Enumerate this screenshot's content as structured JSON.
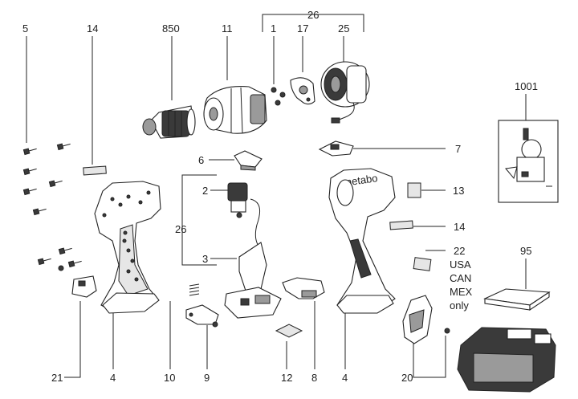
{
  "labels": {
    "p5": "5",
    "p14a": "14",
    "p850": "850",
    "p11": "11",
    "p26top": "26",
    "p1": "1",
    "p17": "17",
    "p25": "25",
    "p1001": "1001",
    "p6": "6",
    "p7": "7",
    "p2": "2",
    "p13": "13",
    "p26side": "26",
    "p14b": "14",
    "p22": "22",
    "p3": "3",
    "p95": "95",
    "p21": "21",
    "p4a": "4",
    "p10": "10",
    "p9": "9",
    "p12": "12",
    "p8": "8",
    "p4b": "4",
    "p20": "20"
  },
  "region_note": [
    "USA",
    "CAN",
    "MEX",
    "only"
  ],
  "brand_text": "metabo"
}
